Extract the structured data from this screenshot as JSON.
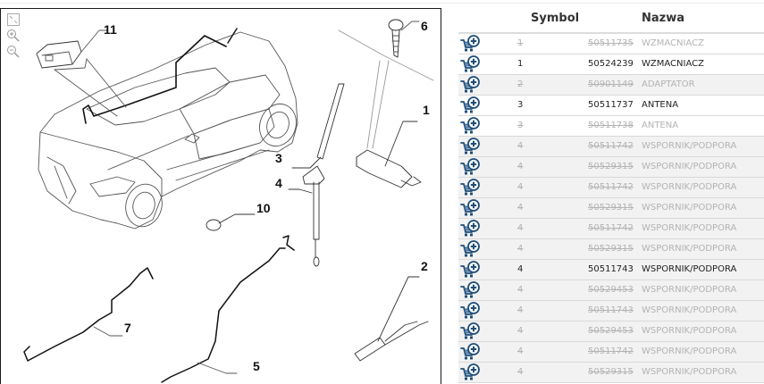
{
  "diagram": {
    "controls": [
      {
        "name": "fit-to-screen-icon",
        "label": "fit"
      },
      {
        "name": "zoom-in-icon",
        "label": "+"
      },
      {
        "name": "zoom-out-icon",
        "label": "-"
      }
    ],
    "callouts": [
      "11",
      "6",
      "1",
      "3",
      "4",
      "10",
      "2",
      "7",
      "5"
    ]
  },
  "table": {
    "headers": {
      "icon": "",
      "symbol": "Symbol",
      "nazwa": "Nazwa"
    },
    "colors": {
      "active": "#222222",
      "obsolete": "#b3b3b3",
      "cart": "#1f4e79",
      "row_alt": "#f2f2f2"
    },
    "rows": [
      {
        "symbol": "1",
        "number": "50511735",
        "name": "WZMACNIACZ",
        "status": "obsolete"
      },
      {
        "symbol": "1",
        "number": "50524239",
        "name": "WZMACNIACZ",
        "status": "active"
      },
      {
        "symbol": "2",
        "number": "50901149",
        "name": "ADAPTATOR",
        "status": "obsolete"
      },
      {
        "symbol": "3",
        "number": "50511737",
        "name": "ANTENA",
        "status": "active"
      },
      {
        "symbol": "3",
        "number": "50511738",
        "name": "ANTENA",
        "status": "obsolete"
      },
      {
        "symbol": "4",
        "number": "50511742",
        "name": "WSPORNIK/PODPORA",
        "status": "obsolete"
      },
      {
        "symbol": "4",
        "number": "50529315",
        "name": "WSPORNIK/PODPORA",
        "status": "obsolete"
      },
      {
        "symbol": "4",
        "number": "50511742",
        "name": "WSPORNIK/PODPORA",
        "status": "obsolete"
      },
      {
        "symbol": "4",
        "number": "50529315",
        "name": "WSPORNIK/PODPORA",
        "status": "obsolete"
      },
      {
        "symbol": "4",
        "number": "50511742",
        "name": "WSPORNIK/PODPORA",
        "status": "obsolete"
      },
      {
        "symbol": "4",
        "number": "50529315",
        "name": "WSPORNIK/PODPORA",
        "status": "obsolete"
      },
      {
        "symbol": "4",
        "number": "50511743",
        "name": "WSPORNIK/PODPORA",
        "status": "active"
      },
      {
        "symbol": "4",
        "number": "50529453",
        "name": "WSPORNIK/PODPORA",
        "status": "obsolete"
      },
      {
        "symbol": "4",
        "number": "50511743",
        "name": "WSPORNIK/PODPORA",
        "status": "obsolete"
      },
      {
        "symbol": "4",
        "number": "50529453",
        "name": "WSPORNIK/PODPORA",
        "status": "obsolete"
      },
      {
        "symbol": "4",
        "number": "50511742",
        "name": "WSPORNIK/PODPORA",
        "status": "obsolete"
      },
      {
        "symbol": "4",
        "number": "50529315",
        "name": "WSPORNIK/PODPORA",
        "status": "obsolete"
      }
    ],
    "cart_icon": "add-to-cart-icon"
  }
}
